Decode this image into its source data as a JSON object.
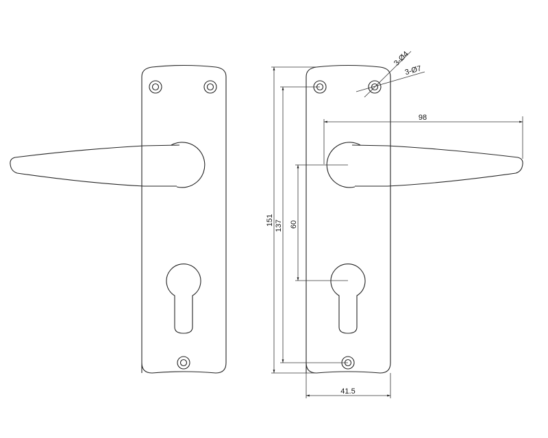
{
  "drawing": {
    "views": [
      "front-view-plain",
      "front-view-dimensioned"
    ],
    "dimensions": {
      "overall_height": "151",
      "screw_spacing": "137",
      "lever_to_keyhole": "60",
      "lever_length": "98",
      "plate_width": "41.5",
      "screw_hole_small": "3-Ø4",
      "screw_hole_large": "3-Ø7"
    }
  }
}
